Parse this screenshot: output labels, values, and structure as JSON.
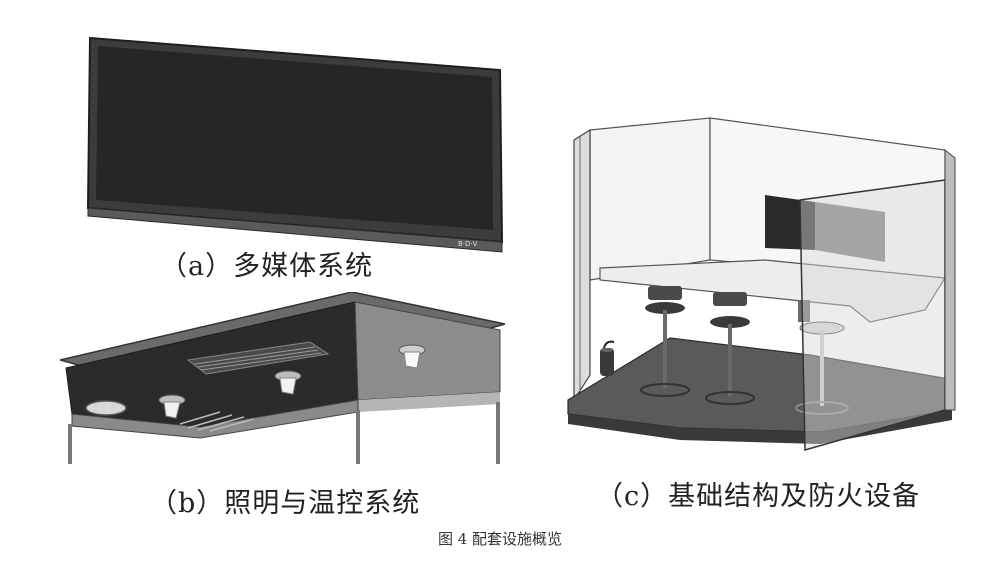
{
  "captions": {
    "a": {
      "label": "a",
      "text": "多媒体系统"
    },
    "b": {
      "label": "b",
      "text": "照明与温控系统"
    },
    "c": {
      "label": "c",
      "text": "基础结构及防火设备"
    }
  },
  "figure_title": "图 4  配套设施概览",
  "screen_logo": "B·D·V",
  "colors": {
    "screen": "#2a2a2a",
    "frame": "#4a4a4a",
    "ceiling": "#2b2b2b",
    "wall_light": "#e6e6e6",
    "floor": "#505050"
  }
}
